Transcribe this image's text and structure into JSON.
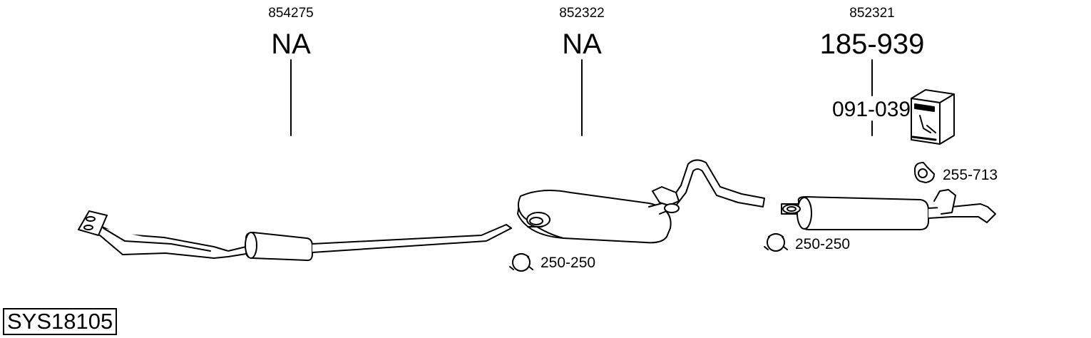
{
  "sections": [
    {
      "ref": "854275",
      "part": "NA"
    },
    {
      "ref": "852322",
      "part": "NA"
    },
    {
      "ref": "852321",
      "part": "185-939",
      "sub_part": "091-039"
    }
  ],
  "clamps": [
    {
      "label": "250-250"
    },
    {
      "label": "250-250"
    }
  ],
  "hanger": {
    "label": "255-713"
  },
  "system_id": "SYS18105"
}
